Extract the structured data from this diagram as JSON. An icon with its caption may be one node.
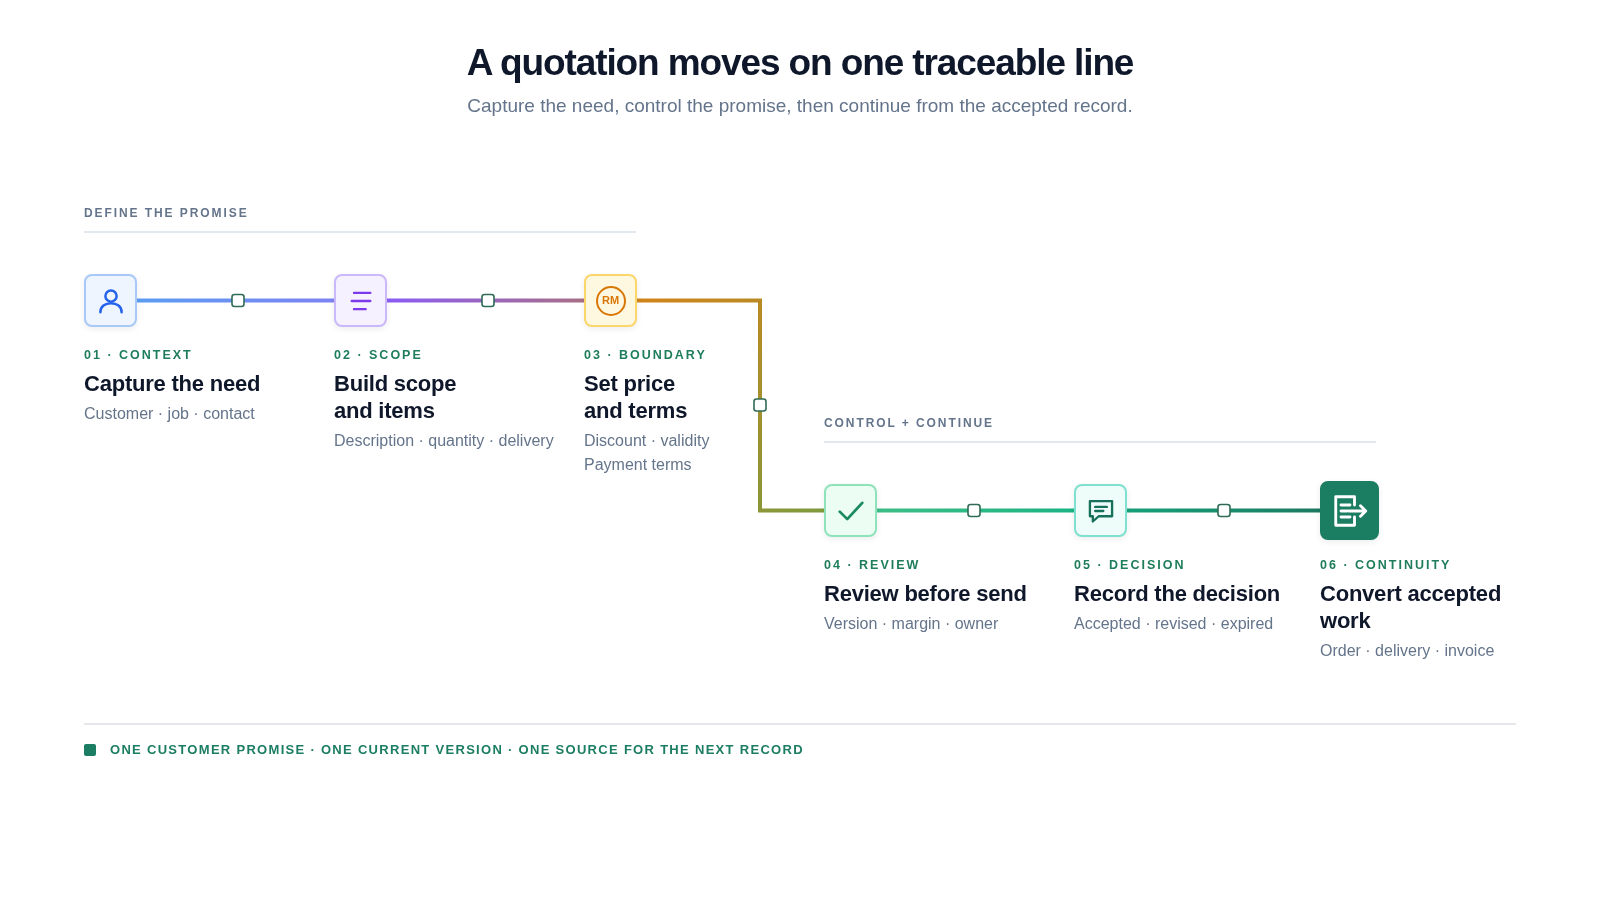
{
  "diagram": {
    "title": "A quotation moves on one traceable line",
    "nodes": [
      {
        "text": [],
        "shape": "box",
        "beside": [
          "01 · CONTEXT",
          "Capture the need",
          "Customer · job · contact"
        ]
      },
      {
        "text": [],
        "shape": "box",
        "beside": [
          "02 · SCOPE",
          "Build scope and items",
          "Description · quantity · delivery"
        ]
      },
      {
        "text": [
          "RM"
        ],
        "beside": [
          "03 · BOUNDARY",
          "Set price and terms",
          "Discount · validity",
          "Payment terms"
        ]
      },
      {
        "text": [],
        "shape": "box",
        "beside": [
          "04 · REVIEW",
          "Review before send",
          "Version · margin · owner"
        ]
      },
      {
        "text": [],
        "shape": "box",
        "beside": [
          "05 · DECISION",
          "Record the decision",
          "Accepted · revised · expired"
        ]
      },
      {
        "text": [],
        "shape": "box",
        "beside": [
          "06 · CONTINUITY",
          "Convert accepted work",
          "Order · delivery · invoice"
        ]
      }
    ],
    "edges": [
      {
        "from": 0,
        "to": 1,
        "arrow": "none",
        "color": "#7d83f2"
      },
      {
        "from": 1,
        "to": 2,
        "arrow": "none",
        "color": "#a86f86"
      },
      {
        "from": 2,
        "to": 3,
        "arrow": "none",
        "color": "#7f9a3c"
      },
      {
        "from": 3,
        "to": 4,
        "arrow": "none",
        "color": "#1bb383"
      },
      {
        "from": 4,
        "to": 5,
        "arrow": "none",
        "color": "#1c7a61"
      }
    ],
    "labels": [
      "Capture the need, control the promise, then continue from the accepted record.",
      "DEFINE THE PROMISE",
      "CONTROL + CONTINUE",
      "ONE CUSTOMER PROMISE · ONE CURRENT VERSION · ONE SOURCE FOR THE NEXT RECORD"
    ]
  }
}
